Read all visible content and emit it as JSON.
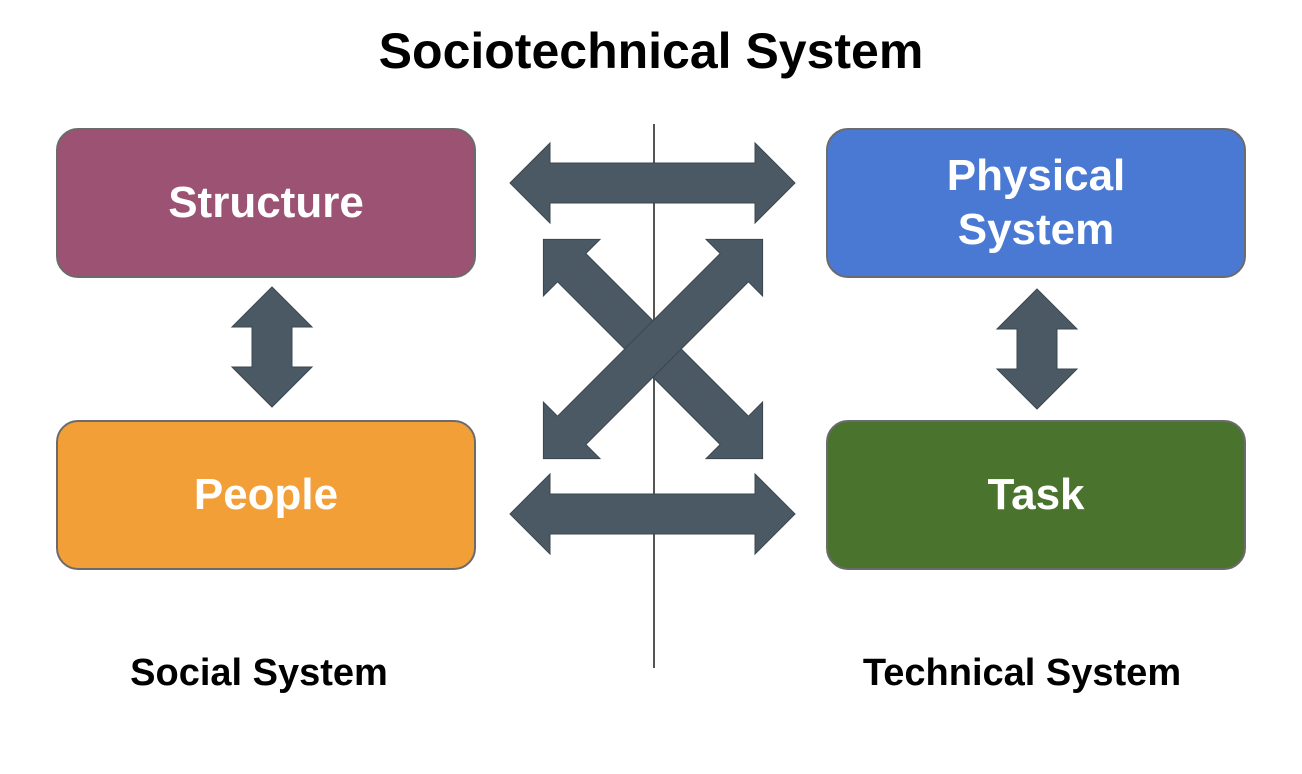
{
  "title": "Sociotechnical System",
  "colors": {
    "structure": "#9b5273",
    "people": "#f29f38",
    "physical": "#4a79d4",
    "task": "#4a732e",
    "arrow": "#4a5963",
    "divider": "#555555"
  },
  "boxes": {
    "structure": "Structure",
    "physical_line1": "Physical",
    "physical_line2": "System",
    "people": "People",
    "task": "Task"
  },
  "labels": {
    "social": "Social System",
    "technical": "Technical System"
  }
}
